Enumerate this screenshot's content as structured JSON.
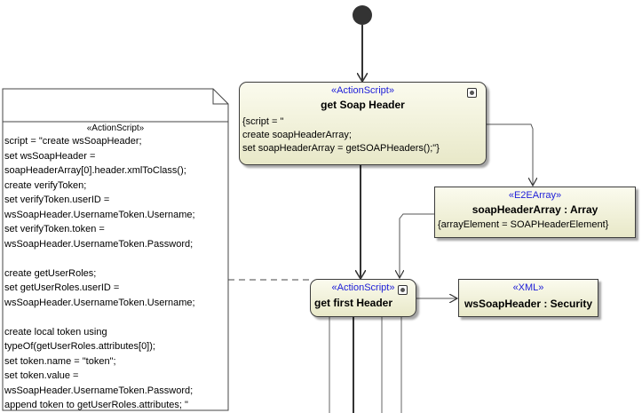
{
  "actions": {
    "get_soap_header": {
      "stereotype": "«ActionScript»",
      "name": "get Soap Header",
      "body_lines": [
        "{script = \"",
        "create soapHeaderArray;",
        "set soapHeaderArray = getSOAPHeaders();\"}"
      ]
    },
    "soap_header_array": {
      "stereotype": "«E2EArray»",
      "name": "soapHeaderArray : Array",
      "body_lines": [
        "{arrayElement = SOAPHeaderElement}"
      ]
    },
    "get_first_header": {
      "stereotype": "«ActionScript»",
      "name": "get first Header"
    },
    "ws_soap_header": {
      "stereotype": "«XML»",
      "name": "wsSoapHeader : Security"
    }
  },
  "note": {
    "stereotype": "«ActionScript»",
    "lines": [
      "script = \"create wsSoapHeader;",
      "set wsSoapHeader =",
      "soapHeaderArray[0].header.xmlToClass();",
      "create verifyToken;",
      "set verifyToken.userID =",
      "wsSoapHeader.UsernameToken.Username;",
      "set verifyToken.token =",
      "wsSoapHeader.UsernameToken.Password;",
      "",
      "create getUserRoles;",
      "set getUserRoles.userID =",
      "wsSoapHeader.UsernameToken.Username;",
      "",
      "create local token using",
      "typeOf(getUserRoles.attributes[0]);",
      "set token.name = \"token\";",
      "set token.value =",
      "wsSoapHeader.UsernameToken.Password;",
      "append token to getUserRoles.attributes; \""
    ]
  },
  "colors": {
    "stereotype": "#1c1cd8",
    "box_fill_top": "#fbfbee",
    "box_fill_bottom": "#e8e8c8",
    "line": "#3c3c3c"
  }
}
